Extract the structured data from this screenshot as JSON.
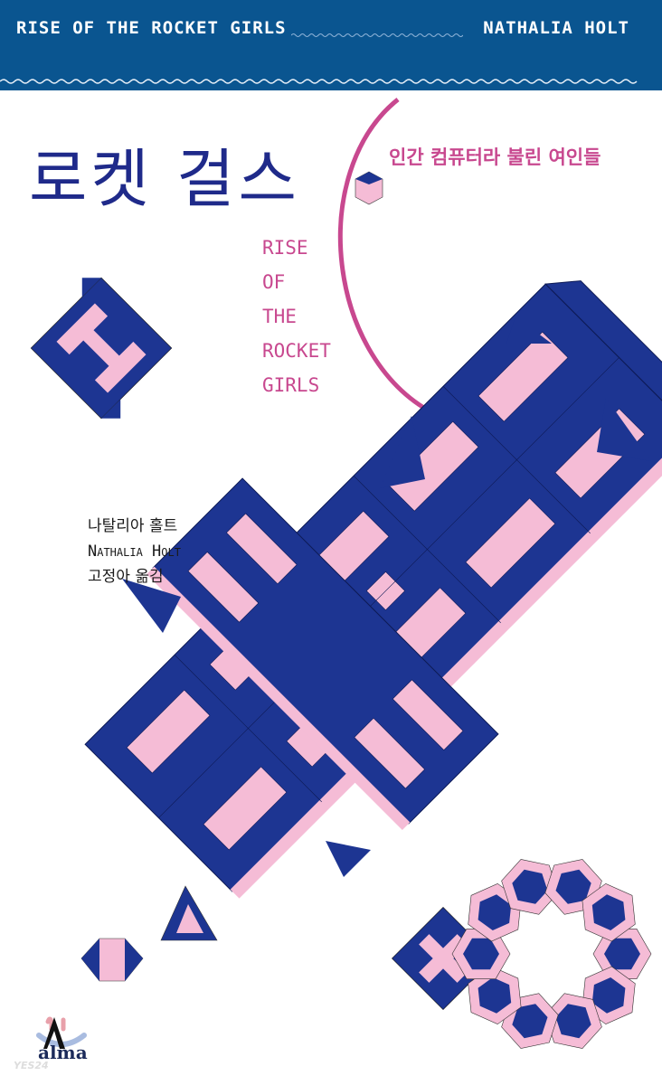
{
  "header": {
    "title": "RISE OF THE ROCKET GIRLS",
    "author": "NATHALIA HOLT"
  },
  "cover": {
    "korean_title": "로켓 걸스",
    "korean_subtitle": "인간 컴퓨터라 불린 여인들",
    "english_title": "RISE\nOF\nTHE\nROCKET\nGIRLS",
    "author_korean": "나탈리아 홀트",
    "author_english": "Nathalia Holt",
    "translator": "고정아 옮김"
  },
  "publisher": {
    "name": "alma"
  },
  "watermark": "YES24",
  "colors": {
    "bar": "#0a5590",
    "navy": "#1d3592",
    "pink": "#f5bcd6",
    "magenta": "#c8488f"
  }
}
